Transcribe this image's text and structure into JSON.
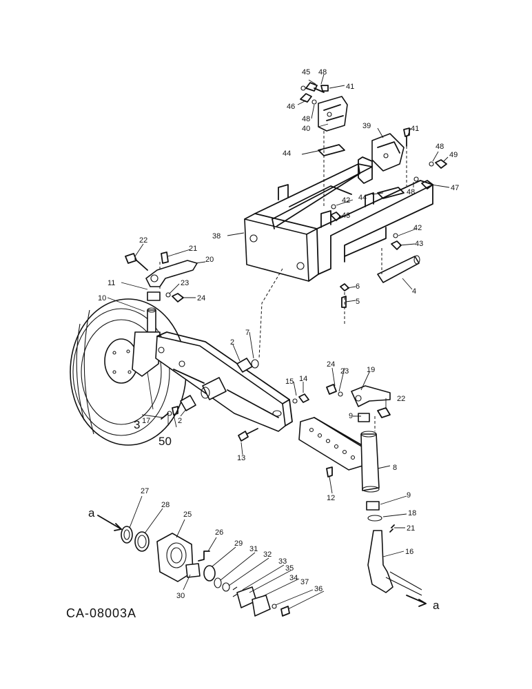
{
  "figure_code": "CA-08003A",
  "arrow_labels": [
    "a",
    "a"
  ],
  "callouts": [
    {
      "id": "c45",
      "text": "45"
    },
    {
      "id": "c48a",
      "text": "48"
    },
    {
      "id": "c41a",
      "text": "41"
    },
    {
      "id": "c46",
      "text": "46"
    },
    {
      "id": "c48b",
      "text": "48"
    },
    {
      "id": "c40",
      "text": "40"
    },
    {
      "id": "c39",
      "text": "39"
    },
    {
      "id": "c41b",
      "text": "41"
    },
    {
      "id": "c48c",
      "text": "48"
    },
    {
      "id": "c49",
      "text": "49"
    },
    {
      "id": "c44a",
      "text": "44"
    },
    {
      "id": "c48d",
      "text": "48"
    },
    {
      "id": "c47",
      "text": "47"
    },
    {
      "id": "c44b",
      "text": "44"
    },
    {
      "id": "c42a",
      "text": "42"
    },
    {
      "id": "c43a",
      "text": "43"
    },
    {
      "id": "c42b",
      "text": "42"
    },
    {
      "id": "c43b",
      "text": "43"
    },
    {
      "id": "c38",
      "text": "38"
    },
    {
      "id": "c4",
      "text": "4"
    },
    {
      "id": "c6",
      "text": "6"
    },
    {
      "id": "c5",
      "text": "5"
    },
    {
      "id": "c22a",
      "text": "22"
    },
    {
      "id": "c21a",
      "text": "21"
    },
    {
      "id": "c20",
      "text": "20"
    },
    {
      "id": "c11",
      "text": "11"
    },
    {
      "id": "c23a",
      "text": "23"
    },
    {
      "id": "c24a",
      "text": "24"
    },
    {
      "id": "c10",
      "text": "10"
    },
    {
      "id": "c2a",
      "text": "2"
    },
    {
      "id": "c7",
      "text": "7"
    },
    {
      "id": "c24b",
      "text": "24"
    },
    {
      "id": "c23b",
      "text": "23"
    },
    {
      "id": "c19",
      "text": "19"
    },
    {
      "id": "c15",
      "text": "15"
    },
    {
      "id": "c14",
      "text": "14"
    },
    {
      "id": "c22b",
      "text": "22"
    },
    {
      "id": "c9a",
      "text": "9"
    },
    {
      "id": "c2b",
      "text": "2"
    },
    {
      "id": "c17",
      "text": "17"
    },
    {
      "id": "c3",
      "text": "3"
    },
    {
      "id": "c50",
      "text": "50"
    },
    {
      "id": "c13",
      "text": "13"
    },
    {
      "id": "c8",
      "text": "8"
    },
    {
      "id": "c12",
      "text": "12"
    },
    {
      "id": "c27",
      "text": "27"
    },
    {
      "id": "c28",
      "text": "28"
    },
    {
      "id": "c25",
      "text": "25"
    },
    {
      "id": "c9b",
      "text": "9"
    },
    {
      "id": "c18",
      "text": "18"
    },
    {
      "id": "c26",
      "text": "26"
    },
    {
      "id": "c21b",
      "text": "21"
    },
    {
      "id": "c29",
      "text": "29"
    },
    {
      "id": "c31",
      "text": "31"
    },
    {
      "id": "c32",
      "text": "32"
    },
    {
      "id": "c33",
      "text": "33"
    },
    {
      "id": "c16",
      "text": "16"
    },
    {
      "id": "c35",
      "text": "35"
    },
    {
      "id": "c34",
      "text": "34"
    },
    {
      "id": "c37",
      "text": "37"
    },
    {
      "id": "c36",
      "text": "36"
    },
    {
      "id": "c30",
      "text": "30"
    }
  ]
}
